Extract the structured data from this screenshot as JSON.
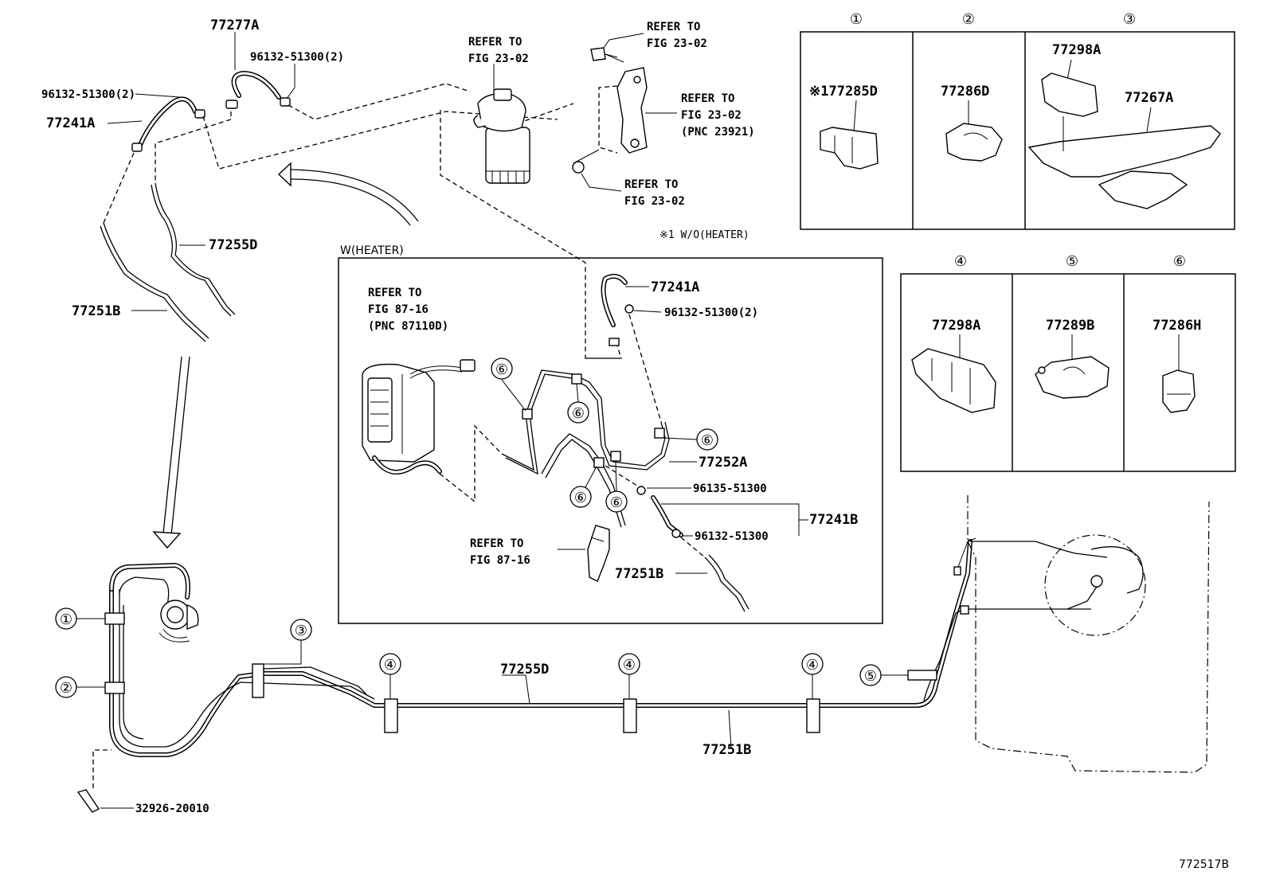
{
  "labels": {
    "p77277A": "77277A",
    "p96132_top": "96132-51300(2)",
    "p96132_left": "96132-51300(2)",
    "p77241A_left": "77241A",
    "p77255D_top": "77255D",
    "p77251B_left": "77251B",
    "p77241A_heater": "77241A",
    "p96132_heater": "96132-51300(2)",
    "p77252A": "77252A",
    "p96135": "96135-51300",
    "p77241B": "77241B",
    "p96132_single": "96132-51300",
    "p77251B_heater": "77251B",
    "p77255D_bottom": "77255D",
    "p77251B_bottom": "77251B",
    "p32926": "32926-20010",
    "p77285D": "※177285D",
    "p77286D": "77286D",
    "p77298A_box3": "77298A",
    "p77267A": "77267A",
    "p77298A_box4": "77298A",
    "p77289B": "77289B",
    "p77286H": "77286H"
  },
  "refs": {
    "fig2302_a": [
      "REFER TO",
      "FIG 23-02"
    ],
    "fig2302_b": [
      "REFER TO",
      "FIG 23-02"
    ],
    "fig2302_c": [
      "REFER TO",
      "FIG 23-02",
      "(PNC 23921)"
    ],
    "fig2302_d": [
      "REFER TO",
      "FIG 23-02"
    ],
    "fig8716_a": [
      "REFER TO",
      "FIG 87-16",
      "(PNC 87110D)"
    ],
    "fig8716_b": [
      "REFER TO",
      "FIG 87-16"
    ]
  },
  "section": {
    "heater_title": "W(HEATER)",
    "note": "※1 W/O(HEATER)"
  },
  "circled": [
    "①",
    "②",
    "③",
    "④",
    "⑤",
    "⑥"
  ],
  "figure_id": "772517B"
}
